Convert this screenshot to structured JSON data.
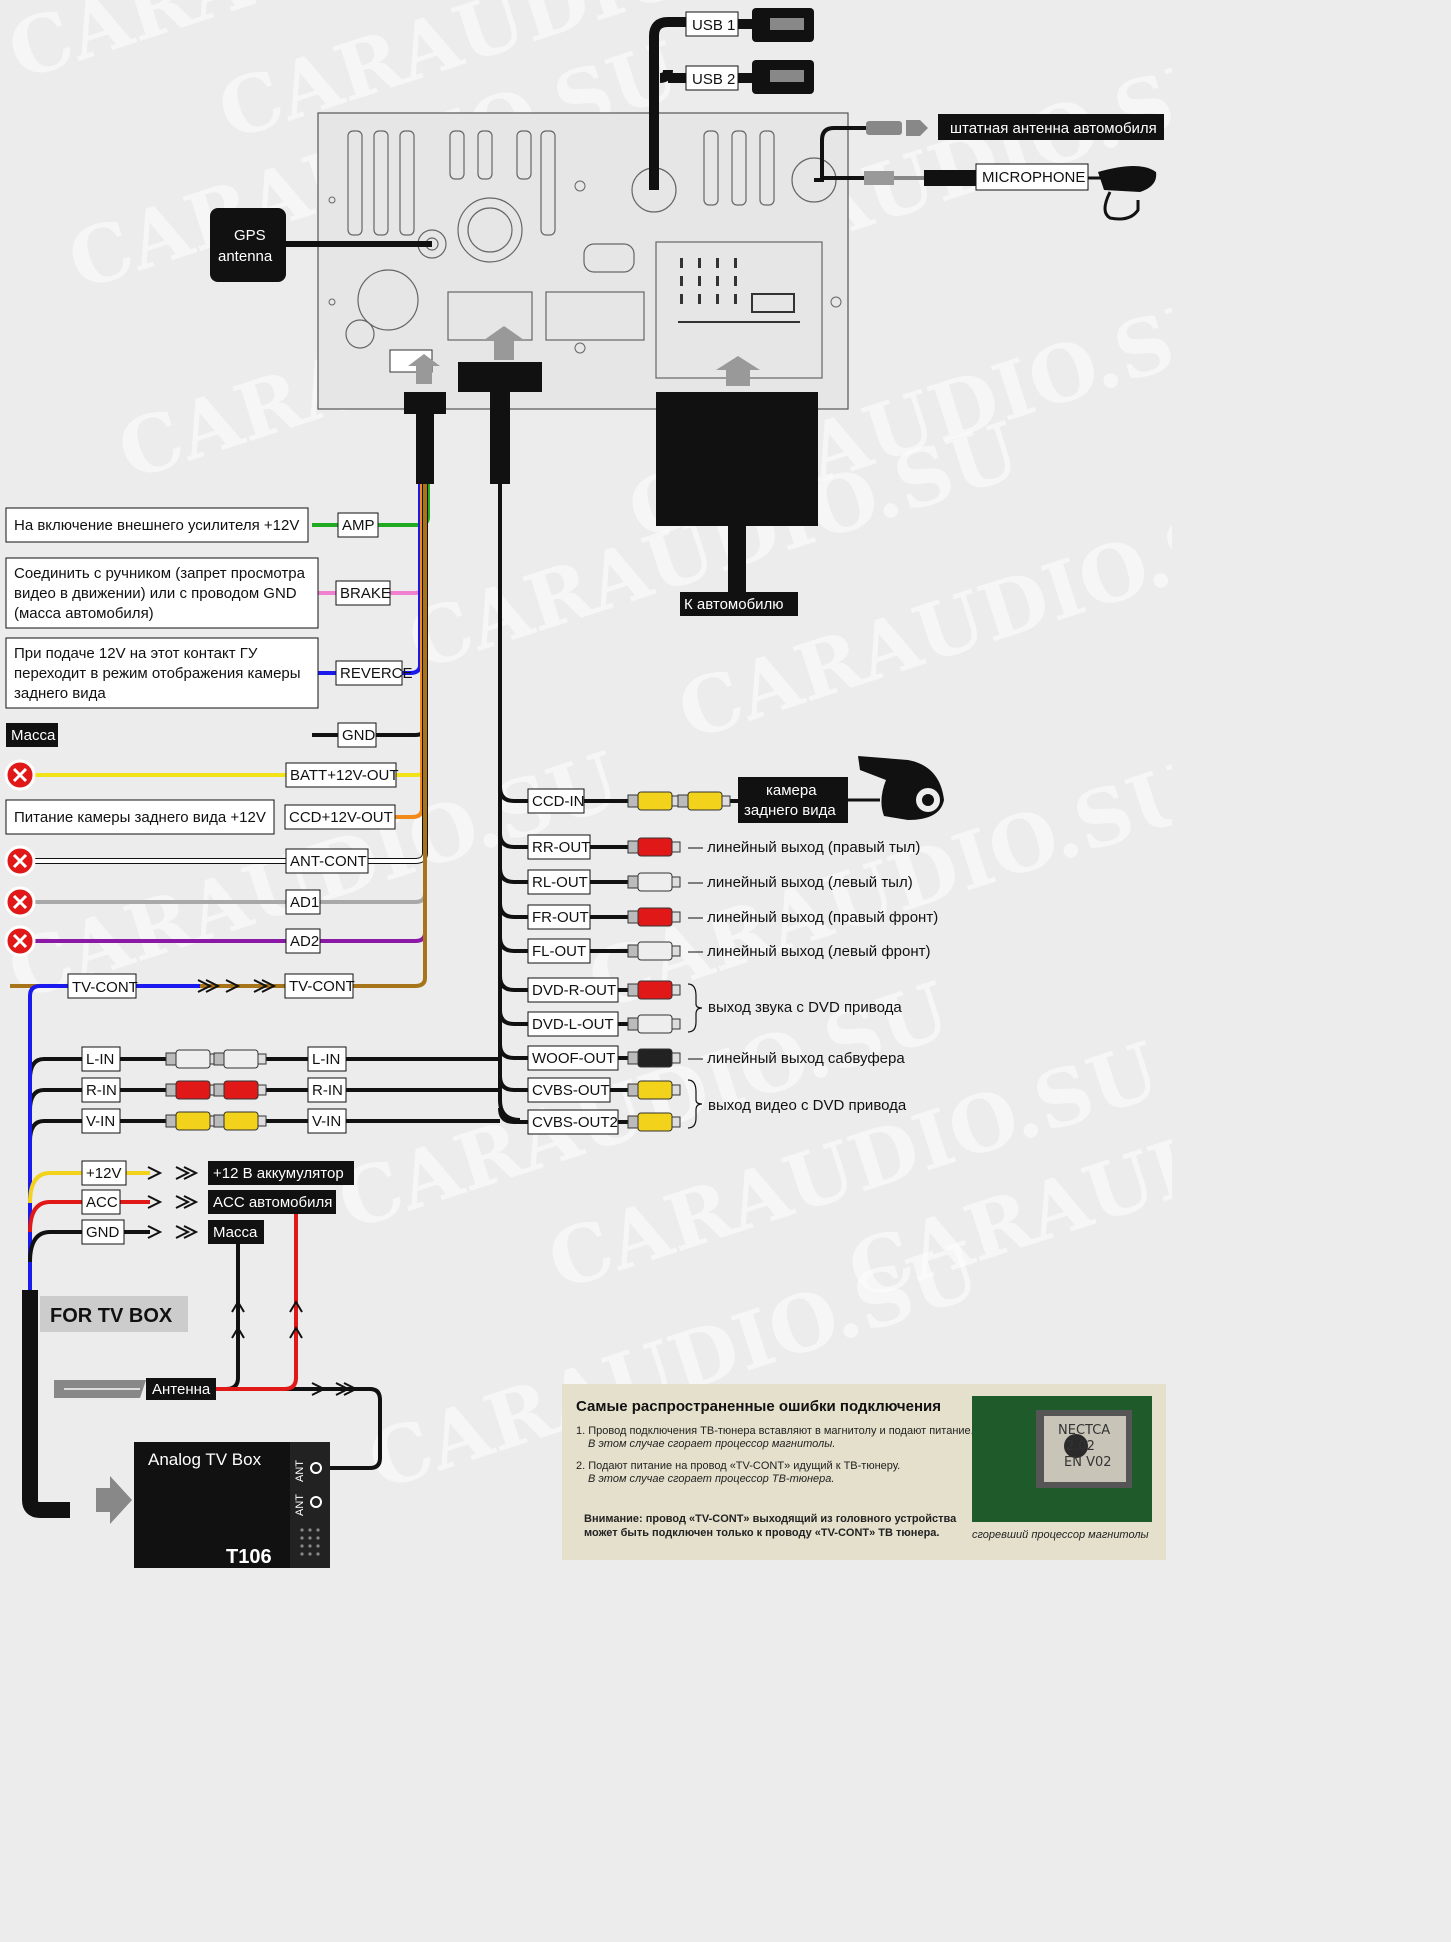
{
  "watermark": "CARAUDIO.SU",
  "colors": {
    "amp": "#22aa22",
    "brake": "#f07fcf",
    "reverse": "#1a1aee",
    "gnd": "#111111",
    "batt": "#f2e21a",
    "ccd": "#f28a1a",
    "ant": "#ffffff",
    "ad1": "#a8a8a8",
    "ad2": "#8a1aa6",
    "tvcont": "#a8741a",
    "red": "#e01818",
    "yellow": "#f2d21a"
  },
  "top": {
    "usb1": "USB 1",
    "usb2": "USB 2",
    "antenna": "штатная антенна автомобиля",
    "microphone": "MICROPHONE",
    "gps": [
      "GPS",
      "antenna"
    ],
    "to_car": "К автомобилю"
  },
  "left_wires": [
    {
      "tag": "AMP",
      "desc": [
        "На включение внешнего усилителя +12V"
      ]
    },
    {
      "tag": "BRAKE",
      "desc": [
        "Соединить с ручником (запрет просмотра",
        "видео в движении) или с проводом GND",
        "(масса автомобиля)"
      ]
    },
    {
      "tag": "REVERCE",
      "desc": [
        "При подаче 12V на этот контакт ГУ",
        "переходит в режим отображения камеры",
        "заднего вида"
      ]
    },
    {
      "tag": "GND",
      "desc": [
        "Масса"
      ]
    },
    {
      "tag": "BATT+12V-OUT",
      "desc": []
    },
    {
      "tag": "CCD+12V-OUT",
      "desc": [
        "Питание камеры заднего вида +12V"
      ]
    },
    {
      "tag": "ANT-CONT",
      "desc": []
    },
    {
      "tag": "AD1",
      "desc": []
    },
    {
      "tag": "AD2",
      "desc": []
    },
    {
      "tag": "TV-CONT",
      "desc": []
    }
  ],
  "tv_cont_left": "TV-CONT",
  "inputs": [
    "L-IN",
    "R-IN",
    "V-IN"
  ],
  "outputs": [
    {
      "tag": "CCD-IN",
      "desc": ""
    },
    {
      "tag": "RR-OUT",
      "desc": "— линейный выход (правый тыл)"
    },
    {
      "tag": "RL-OUT",
      "desc": "— линейный выход (левый тыл)"
    },
    {
      "tag": "FR-OUT",
      "desc": "— линейный выход (правый фронт)"
    },
    {
      "tag": "FL-OUT",
      "desc": "— линейный выход (левый фронт)"
    },
    {
      "tag": "DVD-R-OUT",
      "desc": ""
    },
    {
      "tag": "DVD-L-OUT",
      "desc": ""
    },
    {
      "tag": "WOOF-OUT",
      "desc": "— линейный выход сабвуфера"
    },
    {
      "tag": "CVBS-OUT",
      "desc": ""
    },
    {
      "tag": "CVBS-OUT2",
      "desc": ""
    }
  ],
  "camera_label": [
    "камера",
    "заднего вида"
  ],
  "dvd_audio": "выход звука с DVD привода",
  "dvd_video": "выход видео с DVD привода",
  "power": [
    {
      "tag": "+12V",
      "dest": "+12 В аккумулятор"
    },
    {
      "tag": "ACC",
      "dest": "ACC автомобиля"
    },
    {
      "tag": "GND",
      "dest": "Масса"
    }
  ],
  "tvbox": {
    "header": "FOR TV BOX",
    "antenna": "Антенна",
    "name": "Analog TV Box",
    "model": "T106",
    "ant": "ANT"
  },
  "errors": {
    "title": "Самые распространенные ошибки подключения",
    "item1": "1. Провод подключения ТВ-тюнера вставляют в магнитолу и подают питание.",
    "item1_note": "В этом случае сгорает процессор магнитолы.",
    "item2": "2. Подают питание на провод «TV-CONT» идущий к ТВ-тюнеру.",
    "item2_note": "В этом случае сгорает процессор ТВ-тюнера.",
    "warning1": "Внимание: провод «TV-CONT» выходящий из головного устройства",
    "warning2": "может быть подключен только к проводу «TV-CONT» ТВ тюнера.",
    "chip": [
      "NECTCA",
      "2.02",
      "EN V02"
    ],
    "caption": "сгоревший процессор магнитолы"
  }
}
